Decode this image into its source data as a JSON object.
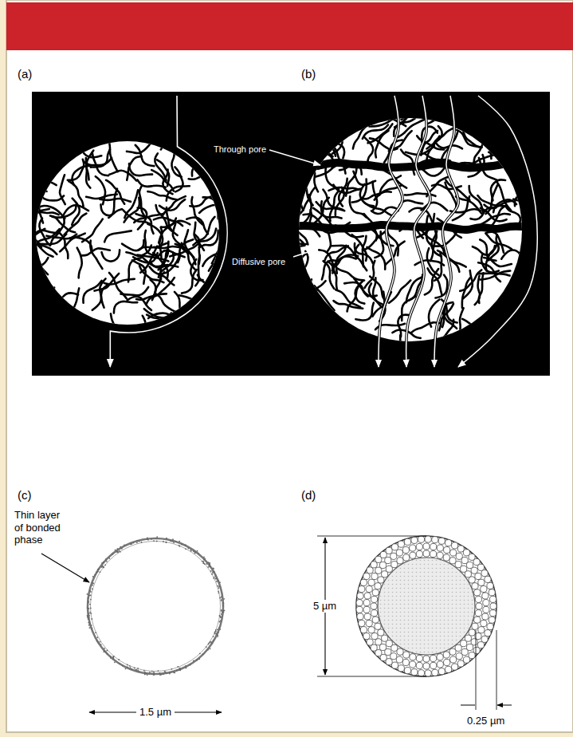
{
  "diagram": {
    "labels": [
      "(a)",
      "(b)",
      "Through pore",
      "Diffusive pore",
      "(c)",
      "Thin layer of bonded phase",
      "(d)",
      "5 µm",
      "1.5 µm",
      "0.25 µm"
    ]
  }
}
